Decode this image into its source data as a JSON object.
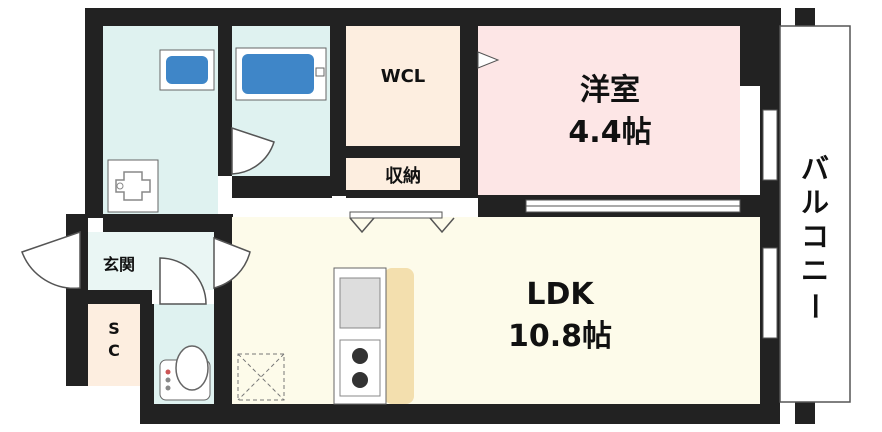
{
  "rooms": {
    "western": {
      "name": "洋室",
      "size": "4.4帖",
      "color": "#fde6e6"
    },
    "ldk": {
      "name": "LDK",
      "size": "10.8帖",
      "color": "#fdfbea"
    },
    "wcl": {
      "name": "WCL",
      "color": "#fdeee0"
    },
    "storage": {
      "name": "収納",
      "color": "#fdeee0"
    },
    "entrance": {
      "name": "玄関"
    },
    "sc": {
      "line1": "S",
      "line2": "C"
    }
  },
  "balcony": {
    "chars": [
      "バ",
      "ル",
      "コ",
      "ニ",
      "ー"
    ]
  },
  "colors": {
    "wall": "#222222",
    "wet_area": "#dff2f0",
    "fixture_blue": "#3f86c8",
    "counter": "#f3dfae"
  }
}
